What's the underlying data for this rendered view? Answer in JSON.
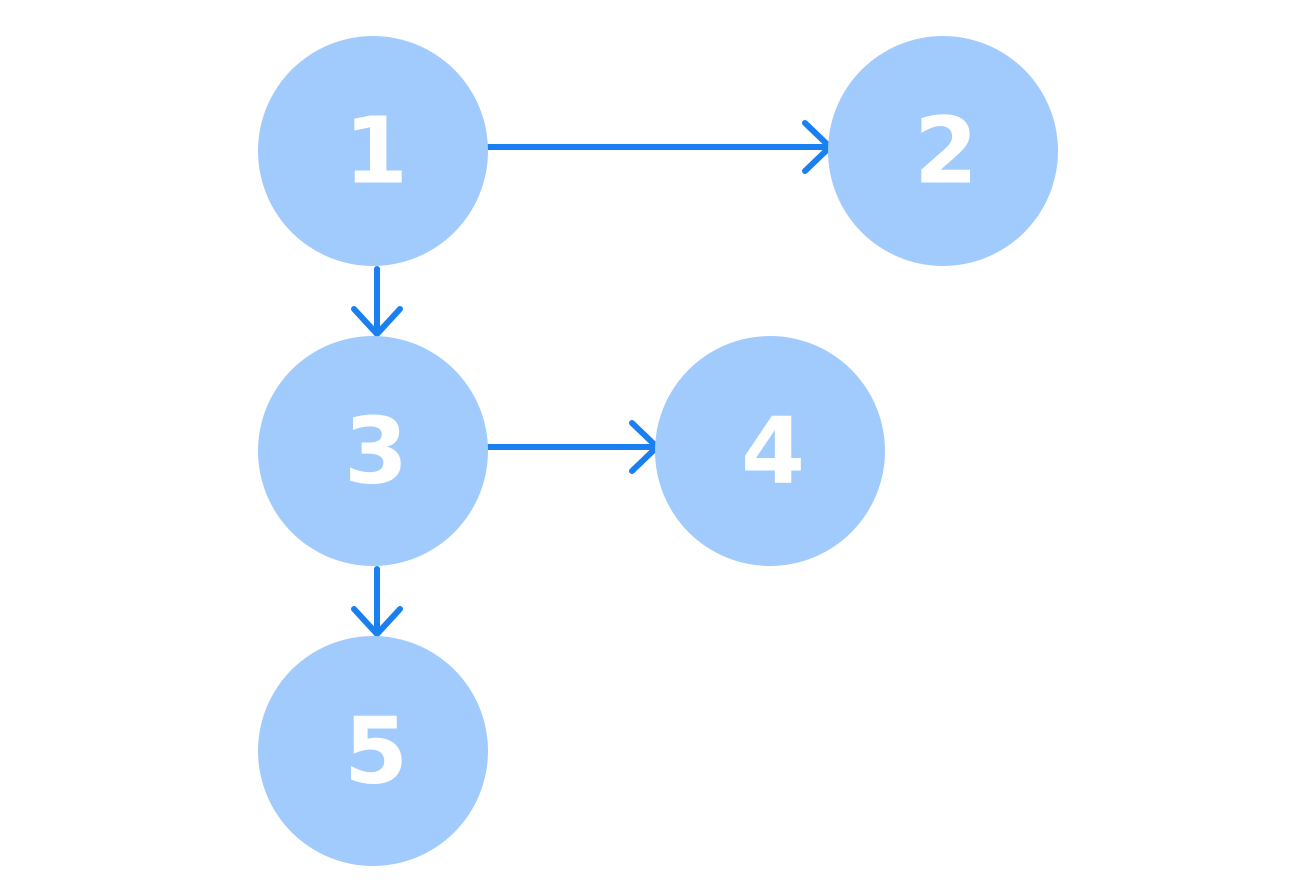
{
  "colors": {
    "node_fill": "#a2cbfd",
    "node_text": "#ffffff",
    "edge": "#1a80f2",
    "background": "#ffffff"
  },
  "nodes": [
    {
      "id": "1",
      "label": "1"
    },
    {
      "id": "2",
      "label": "2"
    },
    {
      "id": "3",
      "label": "3"
    },
    {
      "id": "4",
      "label": "4"
    },
    {
      "id": "5",
      "label": "5"
    }
  ],
  "edges": [
    {
      "from": "1",
      "to": "2"
    },
    {
      "from": "1",
      "to": "3"
    },
    {
      "from": "3",
      "to": "4"
    },
    {
      "from": "3",
      "to": "5"
    }
  ]
}
